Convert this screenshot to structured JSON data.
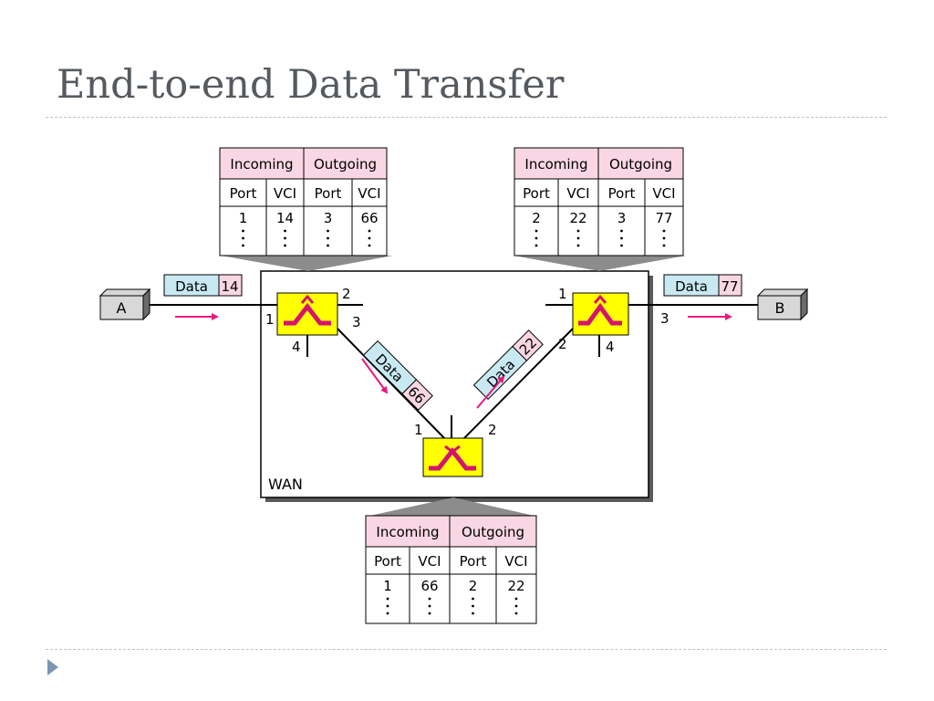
{
  "slide": {
    "title": "End-to-end Data Transfer"
  },
  "diagram": {
    "wan_label": "WAN",
    "host_a": "A",
    "host_b": "B",
    "colors": {
      "header_fill": "#f9d6e3",
      "data_fill": "#c9e9f2",
      "vci_fill": "#f9d6e3",
      "switch_fill": "#ffff00",
      "arrow": "#e8197d",
      "switch_symbol": "#d4146e"
    },
    "packets": {
      "a_to_s1": {
        "label": "Data",
        "vci": "14"
      },
      "s1_to_s3": {
        "label": "Data",
        "vci": "66"
      },
      "s3_to_s2": {
        "label": "Data",
        "vci": "22"
      },
      "s2_to_b": {
        "label": "Data",
        "vci": "77"
      }
    },
    "switch_left_ports": {
      "p1": "1",
      "p2": "2",
      "p3": "3",
      "p4": "4"
    },
    "switch_right_ports": {
      "p1": "1",
      "p2": "2",
      "p3": "3",
      "p4": "4"
    },
    "switch_bottom_ports": {
      "p1": "1",
      "p2": "2"
    },
    "tables": {
      "left": {
        "incoming": "Incoming",
        "outgoing": "Outgoing",
        "columns": [
          "Port",
          "VCI",
          "Port",
          "VCI"
        ],
        "row": [
          "1",
          "14",
          "3",
          "66"
        ]
      },
      "right": {
        "incoming": "Incoming",
        "outgoing": "Outgoing",
        "columns": [
          "Port",
          "VCI",
          "Port",
          "VCI"
        ],
        "row": [
          "2",
          "22",
          "3",
          "77"
        ]
      },
      "bottom": {
        "incoming": "Incoming",
        "outgoing": "Outgoing",
        "columns": [
          "Port",
          "VCI",
          "Port",
          "VCI"
        ],
        "row": [
          "1",
          "66",
          "2",
          "22"
        ]
      }
    }
  }
}
